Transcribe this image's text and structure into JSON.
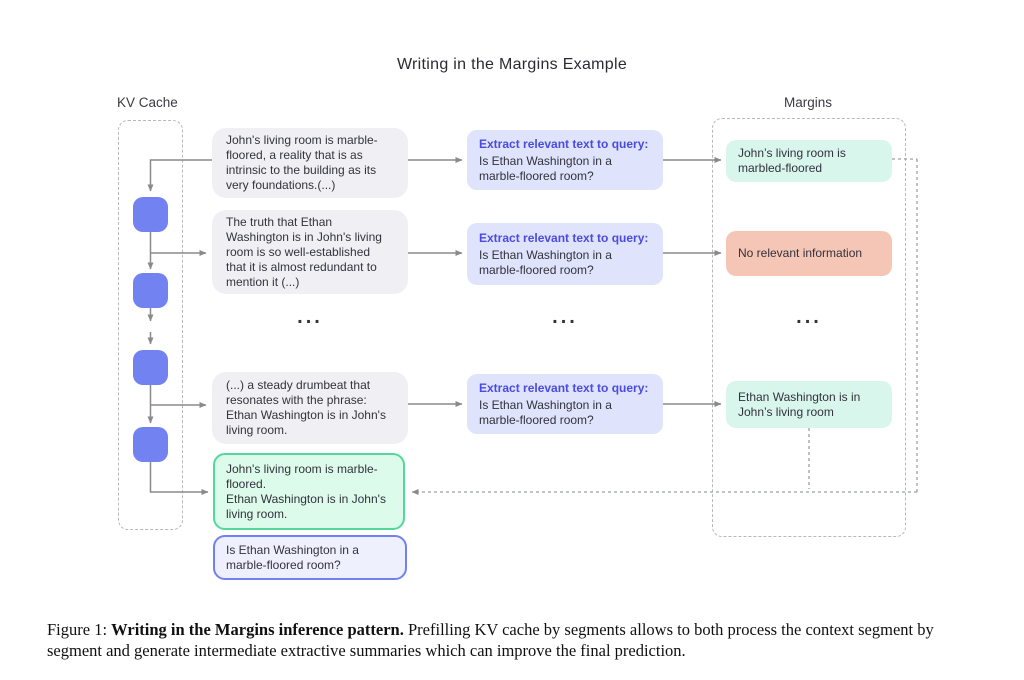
{
  "title": "Writing in the Margins Example",
  "kv_cache": {
    "label": "KV Cache"
  },
  "margins": {
    "label": "Margins"
  },
  "rows": [
    {
      "segment": "John's living room is marble-\nfloored, a reality that is as\nintrinsic to the building as its\nvery foundations.(...)",
      "extract_title": "Extract relevant text to query:",
      "extract_query": "Is Ethan Washington in a\nmarble-floored room?",
      "margin": "John’s living room is\nmarbled-floored",
      "margin_type": "relevant"
    },
    {
      "segment": "The truth that Ethan\nWashington is in John's living\nroom is so well-established\nthat it is almost redundant to\nmention it (...)",
      "extract_title": "Extract relevant text to query:",
      "extract_query": "Is Ethan Washington in a\nmarble-floored room?",
      "margin": "No relevant information",
      "margin_type": "irrelevant"
    },
    {
      "segment": "(...) a steady drumbeat that\nresonates with the phrase:\nEthan Washington is in John's\nliving room.",
      "extract_title": "Extract relevant text to query:",
      "extract_query": "Is Ethan Washington in a\nmarble-floored room?",
      "margin": "Ethan Washington is in\nJohn’s living room",
      "margin_type": "relevant"
    }
  ],
  "ellipsis": "...",
  "final_answer": "John's living room is marble-\nfloored.\nEthan Washington is in John's\nliving room.",
  "final_query": "Is Ethan Washington in a\nmarble-floored room?",
  "caption": {
    "prefix": "Figure 1: ",
    "bold": "Writing in the Margins inference pattern.",
    "rest": " Prefilling KV cache by segments allows to both process the context segment by segment and generate intermediate extractive summaries which can improve the final prediction."
  },
  "colors": {
    "kv_block": "#7282F0",
    "segment_bg": "#F0F0F4",
    "extract_bg": "#DFE3FB",
    "extract_title": "#4B4BE0",
    "margin_relevant_bg": "#D9F6EC",
    "margin_irrelevant_bg": "#F5C5B5",
    "final_answer_border": "#54D79A",
    "final_query_border": "#7280F2",
    "arrow": "#8A8A8A"
  }
}
